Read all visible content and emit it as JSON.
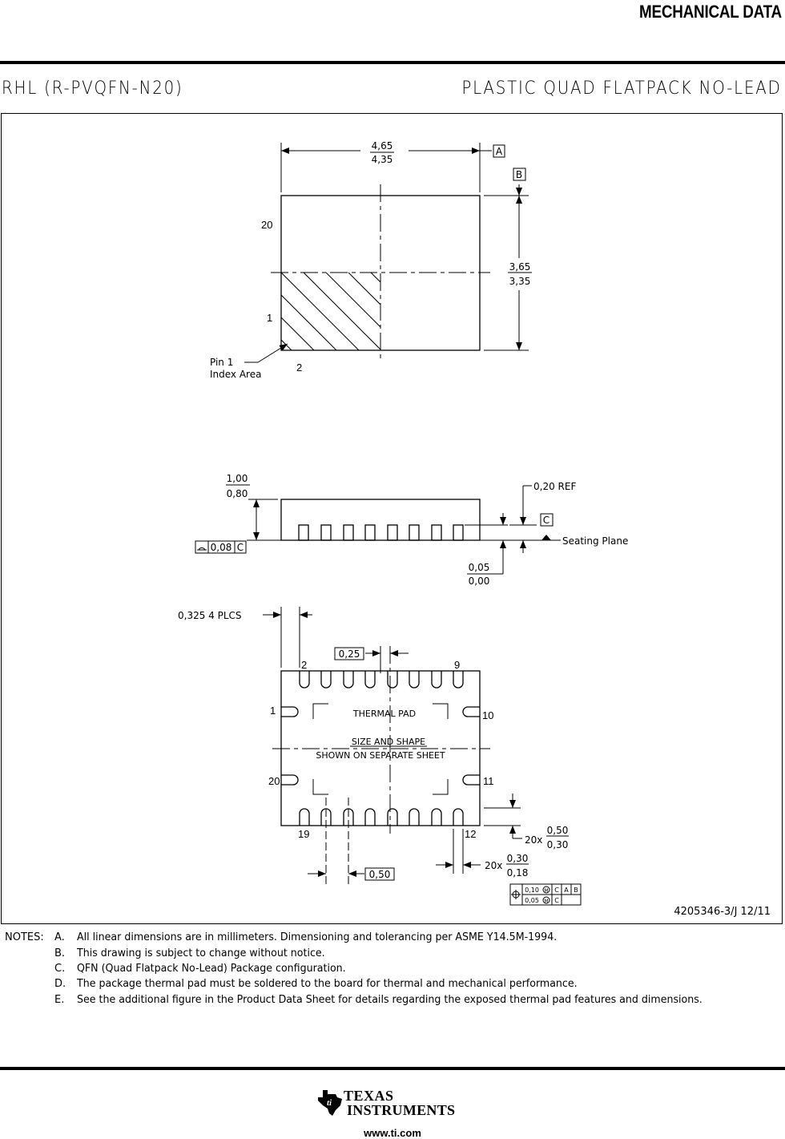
{
  "header": {
    "title": "MECHANICAL DATA"
  },
  "package": {
    "code": "RHL (R-PVQFN-N20)",
    "description": "PLASTIC QUAD FLATPACK NO-LEAD"
  },
  "top_view": {
    "width_max": "4,65",
    "width_min": "4,35",
    "datum_a": "A",
    "datum_b": "B",
    "height_max": "3,65",
    "height_min": "3,35",
    "pin_20": "20",
    "pin_1": "1",
    "pin_2": "2",
    "pin1_label_line1": "Pin 1",
    "pin1_label_line2": "Index Area"
  },
  "side_view": {
    "thickness_max": "1,00",
    "thickness_min": "0,80",
    "flatness_value": "0,08",
    "flatness_datum": "C",
    "ref_label": "0,20 REF",
    "datum_c": "C",
    "seating_plane": "Seating Plane",
    "standoff_max": "0,05",
    "standoff_min": "0,00"
  },
  "bottom_view": {
    "corner_dim": "0,325  4 PLCS",
    "pad_offset": "0,25",
    "pin_2": "2",
    "pin_9": "9",
    "pin_1": "1",
    "pin_10": "10",
    "pin_20": "20",
    "pin_11": "11",
    "pin_19": "19",
    "pin_12": "12",
    "thermal_pad": "THERMAL PAD",
    "size_shape_1": "SIZE AND SHAPE",
    "size_shape_2": "SHOWN ON SEPARATE SHEET",
    "lead_len_count": "20x",
    "lead_len_max": "0,50",
    "lead_len_min": "0,30",
    "lead_w_count": "20x",
    "lead_w_max": "0,30",
    "lead_w_min": "0,18",
    "pitch": "0,50",
    "tol_row1_value": "0,10",
    "tol_row1_d1": "C",
    "tol_row1_d2": "A",
    "tol_row1_d3": "B",
    "tol_row2_value": "0,05",
    "tol_row2_d1": "C",
    "modifier": "M"
  },
  "drawing_number": "4205346-3/J  12/11",
  "notes": {
    "header": "NOTES:",
    "items": [
      {
        "letter": "A.",
        "text": "All linear dimensions are in millimeters. Dimensioning and tolerancing per ASME Y14.5M-1994."
      },
      {
        "letter": "B.",
        "text": "This drawing is subject to change without notice."
      },
      {
        "letter": "C.",
        "text": "QFN (Quad Flatpack No-Lead) Package configuration."
      },
      {
        "letter": "D.",
        "text": "The package thermal pad must be soldered to the board for thermal and mechanical performance."
      },
      {
        "letter": "E.",
        "text": "See the additional figure in the Product Data Sheet for details regarding the exposed thermal pad features and dimensions."
      }
    ]
  },
  "footer": {
    "logo_line1": "TEXAS",
    "logo_line2": "INSTRUMENTS",
    "website": "www.ti.com"
  }
}
